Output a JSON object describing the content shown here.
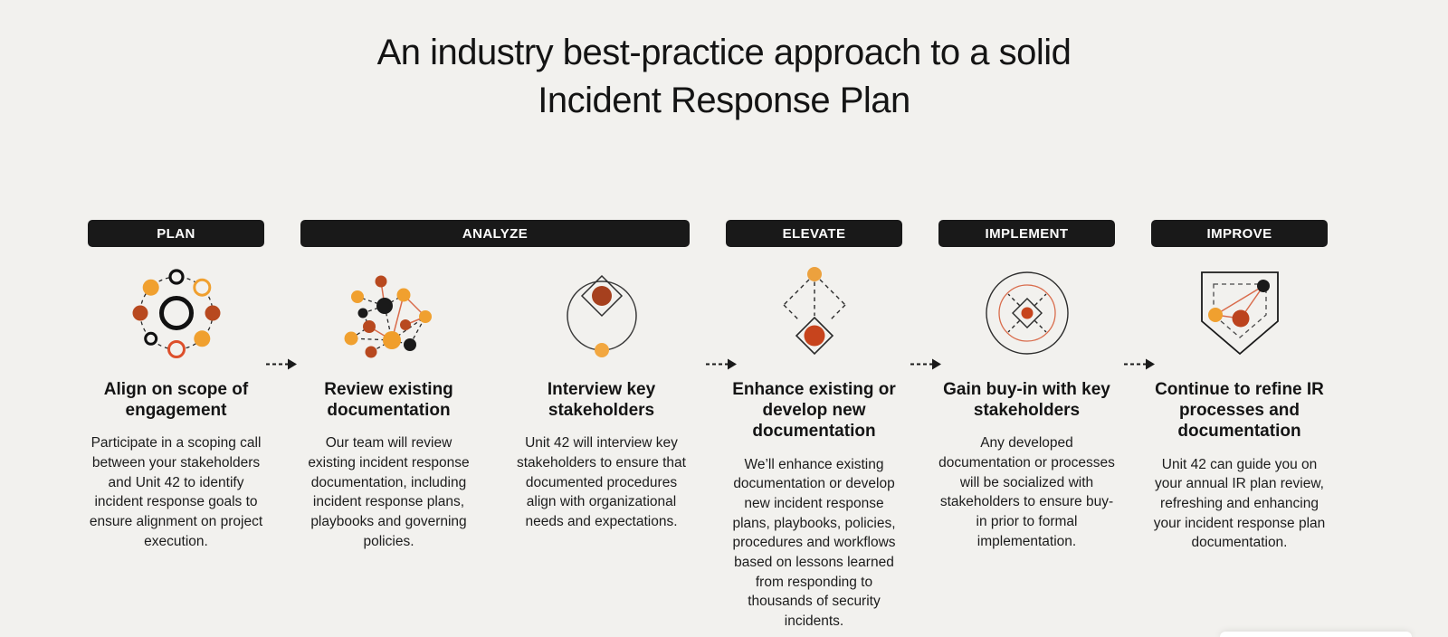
{
  "title": {
    "line1": "An industry best-practice approach to a solid",
    "line2": "Incident Response Plan"
  },
  "colors": {
    "background": "#F2F1EE",
    "bar": "#191919",
    "bar_text": "#FFFFFF",
    "heading_text": "#141414",
    "body_text": "#1C1C1C",
    "orange": "#F0A02F",
    "rust": "#B8491F",
    "red": "#C7441D",
    "salmon": "#D96C4C",
    "black": "#1A1A1A"
  },
  "phases": [
    {
      "label": "PLAN",
      "steps": [
        {
          "icon": "orbit-dots-icon",
          "heading": "Align on scope of engagement",
          "body": "Participate in a scoping call between your stakeholders and Unit 42 to identify incident response goals to ensure alignment on project execution."
        }
      ]
    },
    {
      "label": "ANALYZE",
      "steps": [
        {
          "icon": "network-graph-icon",
          "heading": "Review existing documentation",
          "body": "Our team will review existing incident response documentation, including incident response plans, playbooks and governing policies."
        },
        {
          "icon": "stakeholder-focus-icon",
          "heading": "Interview key stakeholders",
          "body": "Unit 42 will interview key stakeholders to ensure that documented procedures align with organizational needs and expectations."
        }
      ]
    },
    {
      "label": "ELEVATE",
      "steps": [
        {
          "icon": "diamond-elevate-icon",
          "heading": "Enhance existing or develop new documentation",
          "body": "We’ll enhance existing documentation or develop new incident response plans, playbooks, policies, procedures and workflows based on lessons learned from responding to thousands of security incidents."
        }
      ]
    },
    {
      "label": "IMPLEMENT",
      "steps": [
        {
          "icon": "target-icon",
          "heading": "Gain buy-in with key stakeholders",
          "body": "Any developed documentation or processes will be socialized with stakeholders to ensure buy-in prior to formal implementation."
        }
      ]
    },
    {
      "label": "IMPROVE",
      "steps": [
        {
          "icon": "shield-refine-icon",
          "heading": "Continue to refine IR processes and documentation",
          "body": "Unit 42 can guide you on your annual IR plan review, refreshing and enhancing your incident response plan documentation."
        }
      ]
    }
  ]
}
